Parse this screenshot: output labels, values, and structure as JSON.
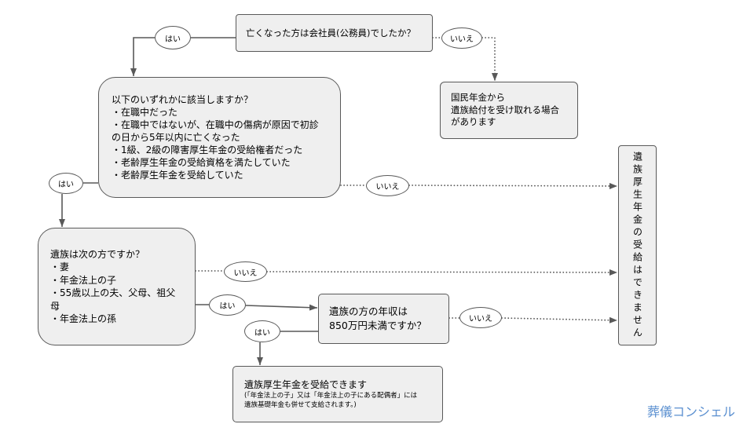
{
  "colors": {
    "box_fill": "#efefef",
    "stroke": "#595959",
    "watermark": "#5a8fd0"
  },
  "labels": {
    "yes": "はい",
    "no": "いいえ"
  },
  "nodes": {
    "q_employee": {
      "text": "亡くなった方は会社員(公務員)でしたか？"
    },
    "national_pension": {
      "lines": [
        "国民年金から",
        "遺族給付を受け取れる場合",
        "があります"
      ]
    },
    "q_conditions": {
      "lines": [
        "以下のいずれかに該当しますか？",
        "・在職中だった",
        "・在職中ではないが、在職中の傷病が原因で初診",
        "の日から5年以内に亡くなった",
        "・1級、2級の障害厚生年金の受給権者だった",
        "・老齢厚生年金の受給資格を満たしていた",
        "・老齢厚生年金を受給していた"
      ]
    },
    "not_eligible": {
      "text": "遺族厚生年金の受給はできません"
    },
    "q_survivor": {
      "lines": [
        "遺族は次の方ですか？",
        "・妻",
        "・年金法上の子",
        "・55歳以上の夫、父母、祖父",
        "母",
        "・年金法上の孫"
      ]
    },
    "q_income": {
      "lines": [
        "遺族の方の年収は",
        "850万円未満ですか？"
      ]
    },
    "eligible": {
      "title": "遺族厚生年金を受給できます",
      "note_lines": [
        "(「年金法上の子」又は「年金法上の子にある配偶者」には",
        "遺族基礎年金も併せて支給されます。)"
      ]
    }
  },
  "watermark": "葬儀コンシェル"
}
